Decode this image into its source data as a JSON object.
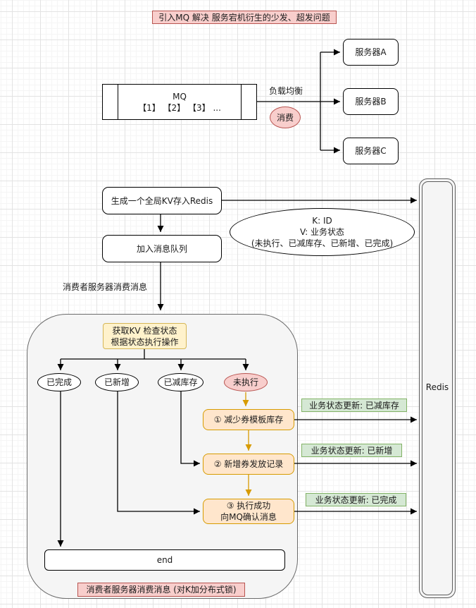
{
  "title": "引入MQ 解决 服务宕机衍生的少发、超发问题",
  "mq": {
    "name": "MQ",
    "items": "【1】 【2】 【3】 ...",
    "load_balance_label": "负载均衡",
    "consume_label": "消费"
  },
  "servers": [
    {
      "label": "服务器A"
    },
    {
      "label": "服务器B"
    },
    {
      "label": "服务器C"
    }
  ],
  "flow": {
    "gen_kv": "生成一个全局KV存入Redis",
    "enqueue": "加入消息队列",
    "consume_edge_label": "消费者服务器消费消息",
    "kv_note_line1": "K: ID",
    "kv_note_line2": "V: 业务状态",
    "kv_note_line3": "(未执行、已减库存、已新增、已完成)",
    "redis_label": "Redis"
  },
  "consumer": {
    "check_kv_line1": "获取KV 检查状态",
    "check_kv_line2": "根据状态执行操作",
    "states": [
      {
        "label": "已完成"
      },
      {
        "label": "已新增"
      },
      {
        "label": "已减库存"
      },
      {
        "label": "未执行"
      }
    ],
    "steps": [
      {
        "label": "① 减少券模板库存"
      },
      {
        "label": "② 新增券发放记录"
      },
      {
        "label_line1": "③ 执行成功",
        "label_line2": "向MQ确认消息"
      }
    ],
    "end_label": "end",
    "footer": "消费者服务器消费消息 (对K加分布式锁)"
  },
  "updates": [
    {
      "label": "业务状态更新: 已减库存"
    },
    {
      "label": "业务状态更新: 已新增"
    },
    {
      "label": "业务状态更新: 已完成"
    }
  ],
  "colors": {
    "pink_fill": "#f8cecc",
    "pink_border": "#b85450",
    "orange_fill": "#ffe6cc",
    "orange_border": "#d79b00",
    "yellow_fill": "#fff2cc",
    "yellow_border": "#d6b656",
    "green_fill": "#d5e8d4",
    "green_border": "#82b366",
    "gray_fill": "#f5f5f5",
    "gray_border": "#666666"
  }
}
